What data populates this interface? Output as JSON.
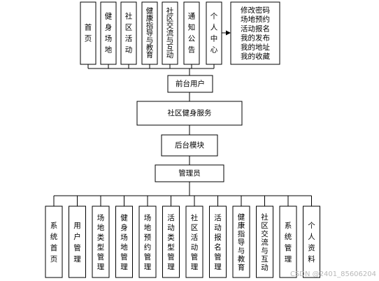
{
  "diagram": {
    "top_nodes": [
      {
        "id": "home",
        "label": "首页"
      },
      {
        "id": "fitness-venue",
        "label": "健身场地"
      },
      {
        "id": "community-activity",
        "label": "社区活动"
      },
      {
        "id": "health-guide",
        "label": "健康指导与教育"
      },
      {
        "id": "community-exchange",
        "label": "社区交流与互动"
      },
      {
        "id": "notice",
        "label": "通知公告"
      },
      {
        "id": "personal-center",
        "label": "个人中心"
      }
    ],
    "personal_center_detail": [
      "修改密码",
      "场地预约",
      "活动报名",
      "我的发布",
      "我的地址",
      "我的收藏"
    ],
    "frontend_user": "前台用户",
    "system": "社区健身服务",
    "backend_module": "后台模块",
    "admin": "管理员",
    "bottom_nodes": [
      {
        "id": "system-home",
        "label": "系统首页"
      },
      {
        "id": "user-management",
        "label": "用户管理"
      },
      {
        "id": "venue-type-management",
        "label": "场地类型管理"
      },
      {
        "id": "fitness-venue-management",
        "label": "健身场地管理"
      },
      {
        "id": "venue-booking-management",
        "label": "场地预约管理"
      },
      {
        "id": "activity-type-management",
        "label": "活动类型管理"
      },
      {
        "id": "community-activity-management",
        "label": "社区活动管理"
      },
      {
        "id": "activity-registration-management",
        "label": "活动报名管理"
      },
      {
        "id": "health-guide-education",
        "label": "健康指导与教育"
      },
      {
        "id": "community-exchange-interaction",
        "label": "社区交流与互动"
      },
      {
        "id": "system-management",
        "label": "系统管理"
      },
      {
        "id": "personal-profile",
        "label": "个人资料"
      }
    ],
    "watermark": "CSDN @2401_85606204"
  }
}
